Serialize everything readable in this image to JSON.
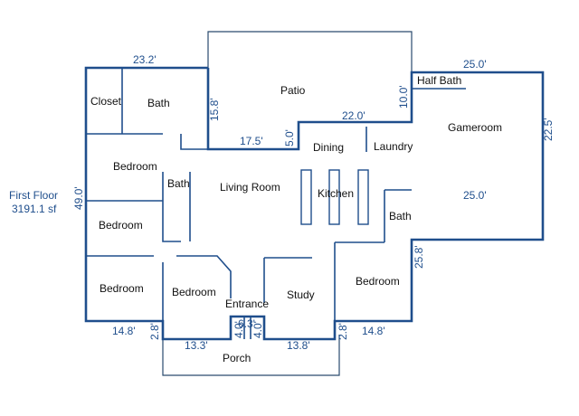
{
  "floor": {
    "name": "First Floor",
    "area": "3191.1 sf",
    "wall_color": "#1f4e8c",
    "outline_color": "#2a4a6e",
    "text_color": "#111111"
  },
  "rooms": {
    "closet": "Closet",
    "bath_top": "Bath",
    "patio": "Patio",
    "half_bath": "Half Bath",
    "gameroom": "Gameroom",
    "dining": "Dining",
    "laundry": "Laundry",
    "bedroom_upper_left": "Bedroom",
    "bath_mid": "Bath",
    "living_room": "Living Room",
    "kitchen": "Kitchen",
    "bath_right": "Bath",
    "bedroom_left": "Bedroom",
    "bedroom_lower_left": "Bedroom",
    "bedroom_lower_mid": "Bedroom",
    "entrance": "Entrance",
    "study": "Study",
    "bedroom_right": "Bedroom",
    "porch": "Porch"
  },
  "dimensions": {
    "top_width": "23.2'",
    "patio_depth": "15.8'",
    "patio_width": "17.5'",
    "patio_step": "5.0'",
    "dining_width": "22.0'",
    "half_bath_depth": "10.0'",
    "gameroom_width_top": "25.0'",
    "gameroom_depth": "22.5'",
    "gameroom_width_bottom": "25.0'",
    "overall_depth": "49.0'",
    "right_wing_depth": "25.8'",
    "left_wing_width": "14.8'",
    "left_notch": "2.8'",
    "porch_left_width": "13.3'",
    "entrance_left": "4.0'",
    "entrance_width": "6.3'",
    "entrance_right": "4.0'",
    "porch_right_width": "13.8'",
    "right_notch": "2.8'",
    "right_wing_width": "14.8'"
  }
}
